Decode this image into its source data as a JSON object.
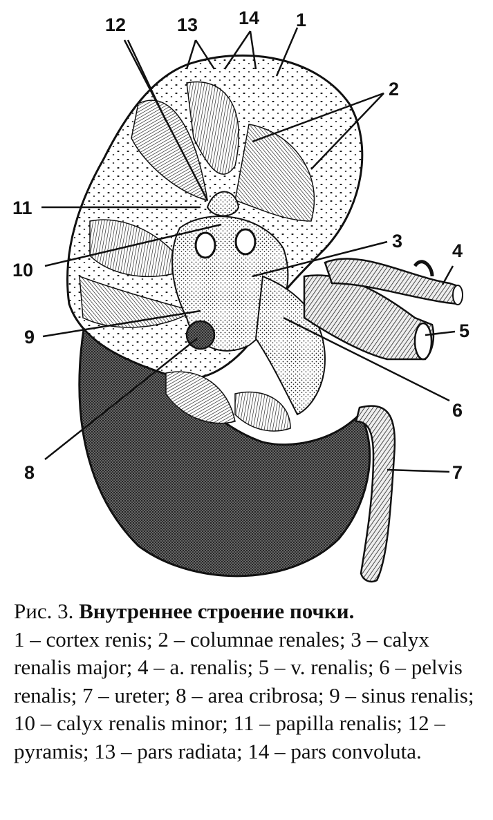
{
  "figure": {
    "labels": [
      "1",
      "2",
      "3",
      "4",
      "5",
      "6",
      "7",
      "8",
      "9",
      "10",
      "11",
      "12",
      "13",
      "14"
    ]
  },
  "caption": {
    "figure_number": "Рис. 3.",
    "title": "Внутреннее строение почки.",
    "legend": "1 – cortex renis; 2 – columnae renales; 3 – calyx renalis major; 4 – a. renalis; 5 – v. renalis; 6 – pelvis renalis; 7 – ureter; 8 – area cribrosa; 9 – sinus renalis; 10 – calyx renalis minor; 11 – papilla renalis; 12 – pyramis; 13 – pars radiata; 14 – pars convoluta."
  }
}
